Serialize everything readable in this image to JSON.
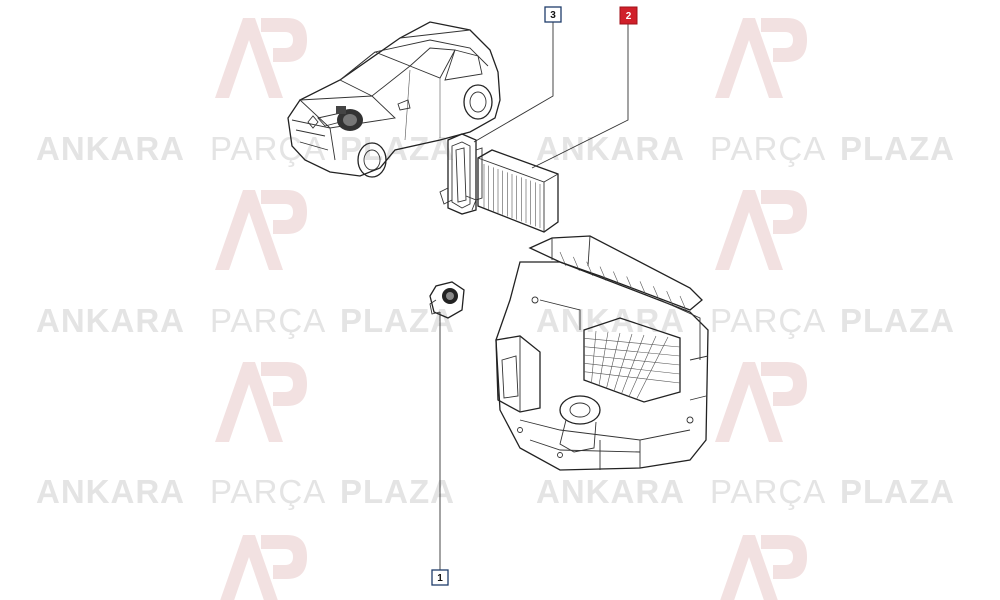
{
  "watermark": {
    "word_1": "ANKARA",
    "word_2": "PARÇA",
    "word_3": "PLAZA",
    "logo_icon": "ap-logo-icon",
    "logo_color": "#f2e1e1",
    "text_color": "#e4e4e4"
  },
  "parts": [
    {
      "number": "1",
      "name": "blower-resistor",
      "highlighted": false
    },
    {
      "number": "2",
      "name": "cabin-air-filter",
      "highlighted": true
    },
    {
      "number": "3",
      "name": "filter-cover",
      "highlighted": false
    }
  ],
  "colors": {
    "highlight_border": "#d0202a",
    "normal_border": "#1f3d6b",
    "line": "#222222"
  },
  "icons": [
    "car-icon",
    "filter-icon",
    "filter-cover-icon",
    "resistor-icon",
    "hvac-unit-icon"
  ]
}
